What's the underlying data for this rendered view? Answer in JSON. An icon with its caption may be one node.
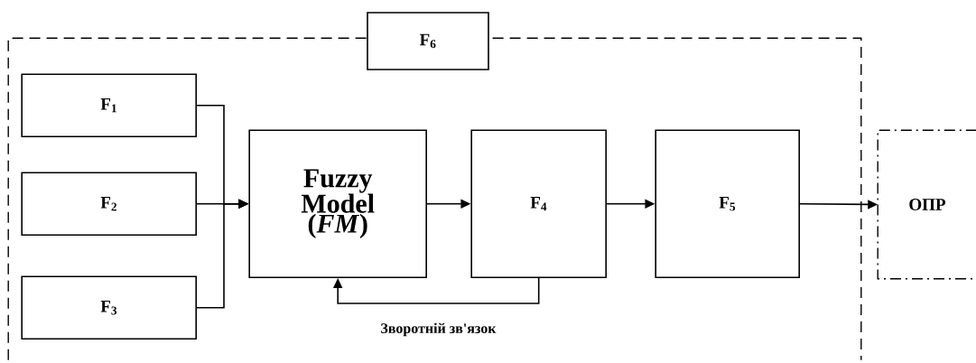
{
  "diagram": {
    "nodes": [
      {
        "text": [],
        "shape": "box"
      },
      {
        "text": [
          "F$_{6}$"
        ]
      },
      {
        "text": [
          "F$_{1}$"
        ],
        "in": 0
      },
      {
        "text": [
          "F$_{2}$"
        ],
        "in": 0
      },
      {
        "text": [
          "F$_{3}$"
        ],
        "in": 0
      },
      {
        "text": [
          "Fuzzy Model (*FM*)"
        ],
        "in": 0
      },
      {
        "text": [
          "F$_{4}$"
        ],
        "in": 0
      },
      {
        "text": [
          "F$_{5}$"
        ],
        "in": 0
      },
      {
        "text": [
          "ОПР"
        ]
      }
    ],
    "edges": [
      {
        "from": 2,
        "to": 5,
        "arrow": "to"
      },
      {
        "from": 3,
        "to": 5,
        "arrow": "to"
      },
      {
        "from": 4,
        "to": 5,
        "arrow": "to"
      },
      {
        "from": 5,
        "to": 6,
        "arrow": "to"
      },
      {
        "from": 6,
        "to": 7,
        "arrow": "to"
      },
      {
        "from": 7,
        "to": 8,
        "arrow": "to"
      },
      {
        "from": 6,
        "to": 5,
        "arrow": "to",
        "label": "Зворотній зв'язок"
      }
    ]
  }
}
